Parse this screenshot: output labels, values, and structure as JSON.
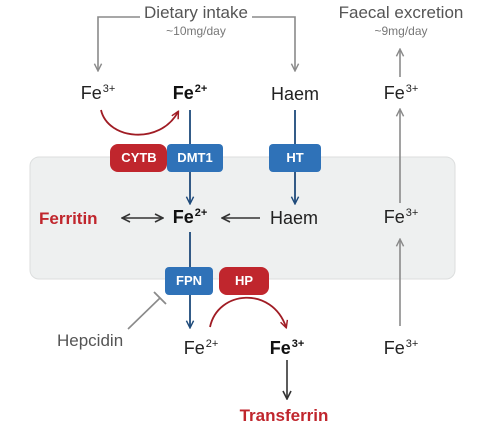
{
  "intake": {
    "title": "Dietary intake",
    "amount": "~10mg/day"
  },
  "excretion": {
    "title": "Faecal excretion",
    "amount": "~9mg/day"
  },
  "ions": {
    "fe3_diet": {
      "base": "Fe",
      "charge": "3+"
    },
    "fe2_diet": {
      "base": "Fe",
      "charge": "2+"
    },
    "haem_diet": "Haem",
    "fe3_excr_top": {
      "base": "Fe",
      "charge": "3+"
    },
    "fe2_cell": {
      "base": "Fe",
      "charge": "2+"
    },
    "haem_cell": "Haem",
    "fe3_excr_mid": {
      "base": "Fe",
      "charge": "3+"
    },
    "fe2_out": {
      "base": "Fe",
      "charge": "2+"
    },
    "fe3_out": {
      "base": "Fe",
      "charge": "3+"
    },
    "fe3_excr_bot": {
      "base": "Fe",
      "charge": "3+"
    }
  },
  "labels": {
    "ferritin": "Ferritin",
    "hepcidin": "Hepcidin",
    "transferrin": "Transferrin"
  },
  "boxes": {
    "cytb": "CYTB",
    "dmt1": "DMT1",
    "ht": "HT",
    "fpn": "FPN",
    "hp": "HP"
  },
  "colors": {
    "blue": "#2f72b8",
    "dark_blue": "#1e4a7a",
    "red": "#c0262d",
    "gray": "#8a8a8a",
    "cell": "#eef0f0"
  }
}
